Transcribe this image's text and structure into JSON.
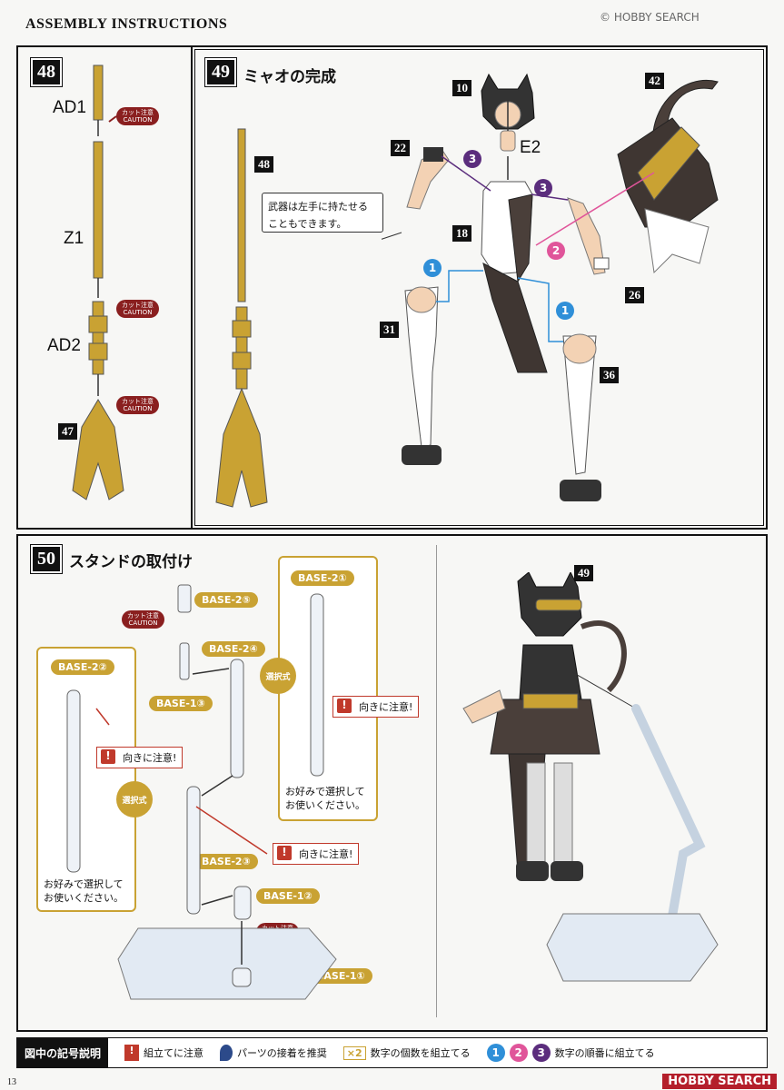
{
  "header": {
    "title": "ASSEMBLY INSTRUCTIONS",
    "watermark": "© HOBBY SEARCH"
  },
  "step48": {
    "number": "48",
    "labels": [
      "AD1",
      "Z1",
      "AD2"
    ],
    "part": "47",
    "caution_jp": "カット注意",
    "caution_en": "CAUTION"
  },
  "step49": {
    "number": "49",
    "title": "ミャオの完成",
    "parts": {
      "weapon": "48",
      "head": "10",
      "tail": "42",
      "left_arm": "22",
      "torso": "18",
      "right_arm": "26",
      "left_leg": "31",
      "right_leg": "36"
    },
    "e2": "E2",
    "note": "武器は左手に持たせることもできます。",
    "order": [
      "1",
      "2",
      "3"
    ]
  },
  "step50": {
    "number": "50",
    "title": "スタンドの取付け",
    "result_part": "49",
    "bases": {
      "base25": "BASE-2⑤",
      "base24": "BASE-2④",
      "base13": "BASE-1③",
      "base21": "BASE-2①",
      "base22": "BASE-2②",
      "base23": "BASE-2③",
      "base12": "BASE-1②",
      "base11": "BASE-1①"
    },
    "select": "選択式",
    "direction_note": "向きに注意!",
    "choose_text_1": "お好みで選択して",
    "choose_text_2": "お使いください。"
  },
  "legend": {
    "title": "図中の記号説明",
    "item1": "組立てに注意",
    "item2": "パーツの接着を推奨",
    "multiplier": "×2",
    "item3": "数字の個数を組立てる",
    "item4": "数字の順番に組立てる"
  },
  "footer": {
    "page": "13",
    "brand": "HOBBY SEARCH"
  },
  "colors": {
    "gold": "#c9a233",
    "caution_red": "#8a1f1f",
    "blue": "#2f8fd8",
    "pink": "#e0559a",
    "purple": "#5b2d7d"
  }
}
